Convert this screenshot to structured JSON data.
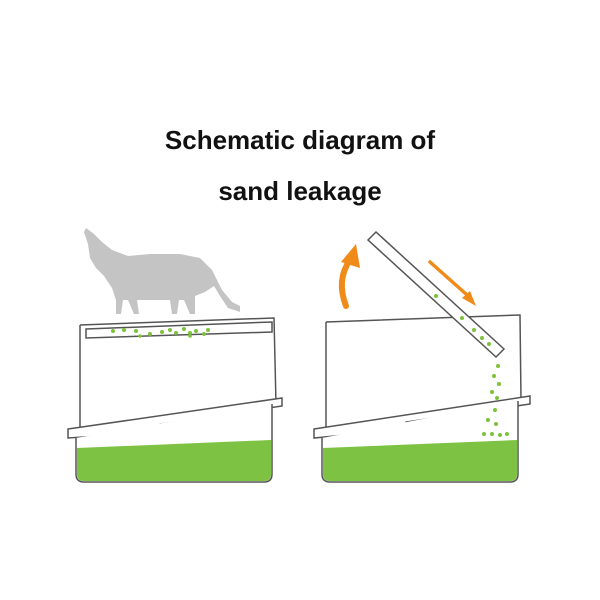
{
  "title": {
    "line1": "Schematic diagram of",
    "line2": "sand leakage"
  },
  "colors": {
    "litter_green": "#7dc242",
    "granule_green": "#7cc33c",
    "arrow_orange": "#f08a18",
    "cat_gray": "#c4c4c4",
    "outline": "#555555"
  },
  "icons": [
    "cat-silhouette",
    "curved-arrow-icon",
    "straight-arrow-icon"
  ]
}
